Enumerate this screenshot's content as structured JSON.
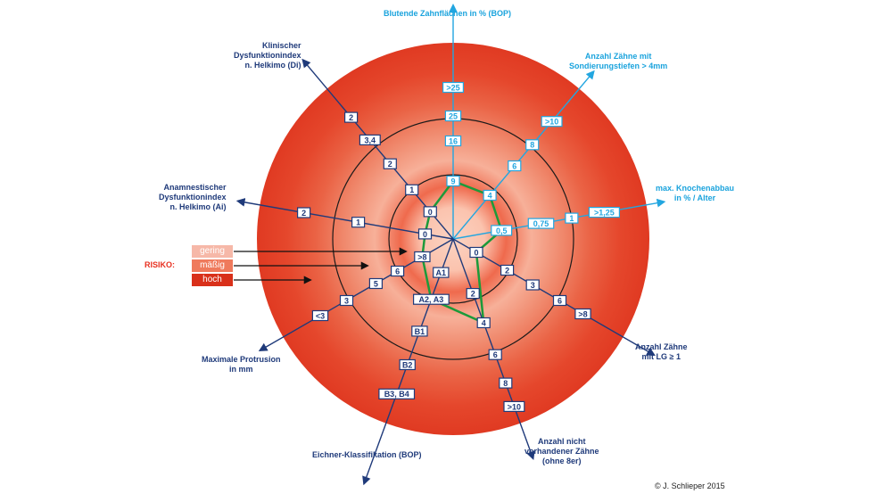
{
  "axes": [
    {
      "id": "bop",
      "label": "Blutende Zahnflächen in % (BOP)",
      "values": [
        "9",
        "16",
        "25",
        ">25"
      ],
      "color": "#22a6e0"
    },
    {
      "id": "sondierung",
      "label": "Anzahl Zähne mit\nSondierungstiefen > 4mm",
      "values": [
        "4",
        "6",
        "8",
        ">10"
      ],
      "color": "#22a6e0"
    },
    {
      "id": "knochen",
      "label": "max. Knochenabbau\nin % / Alter",
      "values": [
        "0,5",
        "0,75",
        "1",
        ">1,25"
      ],
      "color": "#22a6e0"
    },
    {
      "id": "lg",
      "label": "Anzahl Zähne\nmit LG ≥ 1",
      "values": [
        "0",
        "2",
        "3",
        "6",
        ">8"
      ],
      "color": "#1f3a7a"
    },
    {
      "id": "nicht",
      "label": "Anzahl nicht\nvorhandener Zähne\n(ohne 8er)",
      "values": [
        "2",
        "4",
        "6",
        "8",
        ">10"
      ],
      "color": "#1f3a7a"
    },
    {
      "id": "eichner",
      "label": "Eichner-Klassifikation (BOP)",
      "values": [
        "A1",
        "A2, A3",
        "B1",
        "B2",
        "B3, B4"
      ],
      "color": "#1f3a7a"
    },
    {
      "id": "protrusion",
      "label": "Maximale Protrusion\nin mm",
      "values": [
        ">8",
        "6",
        "5",
        "3",
        "<3"
      ],
      "color": "#1f3a7a"
    },
    {
      "id": "ai",
      "label": "Anamnestischer\nDysfunktionindex\nn. Helkimo (Ai)",
      "values": [
        "0",
        "1",
        "2"
      ],
      "color": "#1f3a7a"
    },
    {
      "id": "di",
      "label": "Klinischer\nDysfunktionindex\nn. Helkimo (Di)",
      "values": [
        "0",
        "1",
        "2",
        "3,4",
        "2"
      ],
      "color": "#1f3a7a"
    }
  ],
  "risk": {
    "title": "RISIKO:",
    "levels": [
      {
        "label": "gering",
        "color": "#f6b8a8"
      },
      {
        "label": "mäßig",
        "color": "#ef7a5c"
      },
      {
        "label": "hoch",
        "color": "#d9301a"
      }
    ]
  },
  "copyright": "© J. Schlieper 2015",
  "colors": {
    "disk_outer": "#e53a22",
    "disk_glow": "#fbd3c2",
    "patient_line": "#1c9a3a",
    "box_fill": "#ffffff"
  }
}
